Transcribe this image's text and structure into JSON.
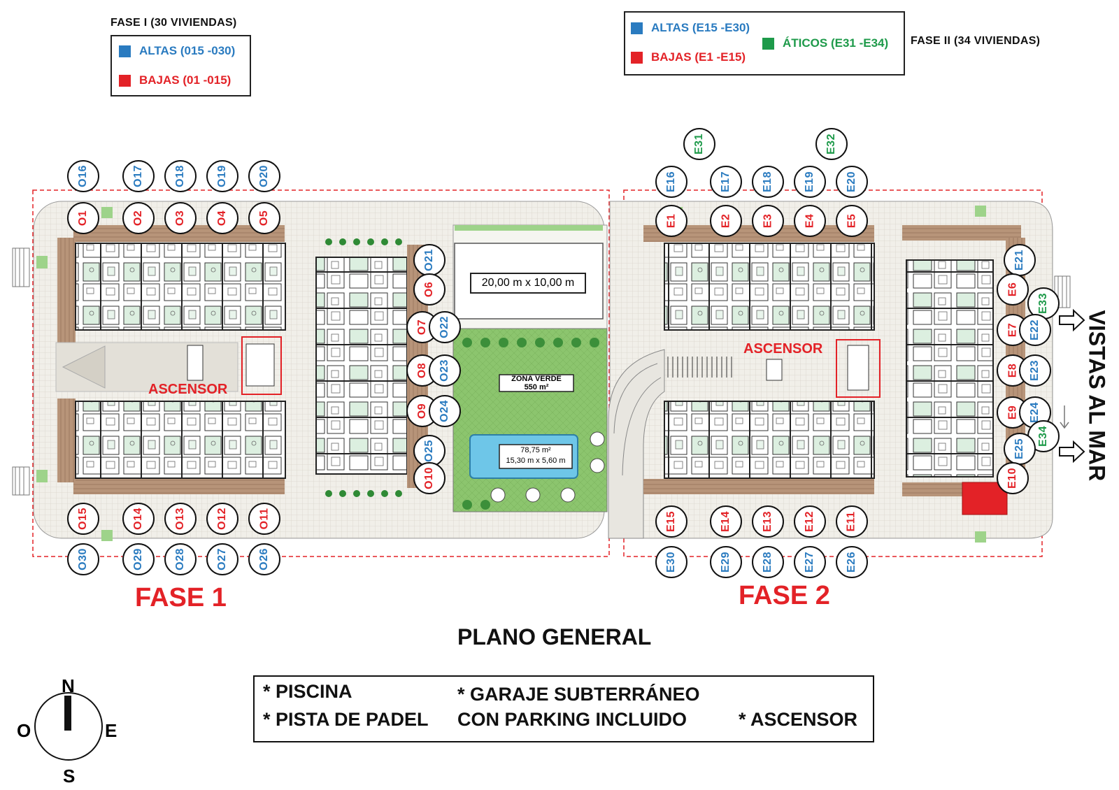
{
  "legend_phase1": {
    "title": "FASE I (30 VIVIENDAS)",
    "items": [
      {
        "label": "ALTAS (015 -030)",
        "color": "#2a7bc0"
      },
      {
        "label": "BAJAS (01 -015)",
        "color": "#e32227"
      }
    ]
  },
  "legend_phase2": {
    "title": "FASE II (34 VIVIENDAS)",
    "items": [
      {
        "label": "ALTAS (E15 -E30)",
        "color": "#2a7bc0"
      },
      {
        "label": "BAJAS (E1 -E15)",
        "color": "#e32227"
      },
      {
        "label": "ÁTICOS (E31 -E34)",
        "color": "#1e9a4a"
      }
    ]
  },
  "plan": {
    "pool_size": "20,00 m x 10,00 m",
    "zona_verde": "ZONA VERDE",
    "zona_verde_area": "550 m²",
    "piscina_area": "78,75 m²",
    "piscina_dims": "15,30 m x 5,60 m",
    "ascensor_1": "ASCENSOR",
    "ascensor_2": "ASCENSOR",
    "fase1": "FASE 1",
    "fase2": "FASE 2",
    "vistas": "VISTAS AL MAR"
  },
  "units": [
    {
      "label": "O16",
      "type": "altas"
    },
    {
      "label": "O17",
      "type": "altas"
    },
    {
      "label": "O18",
      "type": "altas"
    },
    {
      "label": "O19",
      "type": "altas"
    },
    {
      "label": "O20",
      "type": "altas"
    },
    {
      "label": "O1",
      "type": "bajas"
    },
    {
      "label": "O2",
      "type": "bajas"
    },
    {
      "label": "O3",
      "type": "bajas"
    },
    {
      "label": "O4",
      "type": "bajas"
    },
    {
      "label": "O5",
      "type": "bajas"
    },
    {
      "label": "O21",
      "type": "altas"
    },
    {
      "label": "O6",
      "type": "bajas"
    },
    {
      "label": "O7",
      "type": "bajas"
    },
    {
      "label": "O22",
      "type": "altas"
    },
    {
      "label": "O8",
      "type": "bajas"
    },
    {
      "label": "O23",
      "type": "altas"
    },
    {
      "label": "O9",
      "type": "bajas"
    },
    {
      "label": "O24",
      "type": "altas"
    },
    {
      "label": "O25",
      "type": "altas"
    },
    {
      "label": "O10",
      "type": "bajas"
    },
    {
      "label": "O15",
      "type": "bajas"
    },
    {
      "label": "O14",
      "type": "bajas"
    },
    {
      "label": "O13",
      "type": "bajas"
    },
    {
      "label": "O12",
      "type": "bajas"
    },
    {
      "label": "O11",
      "type": "bajas"
    },
    {
      "label": "O30",
      "type": "altas"
    },
    {
      "label": "O29",
      "type": "altas"
    },
    {
      "label": "O28",
      "type": "altas"
    },
    {
      "label": "O27",
      "type": "altas"
    },
    {
      "label": "O26",
      "type": "altas"
    },
    {
      "label": "E31",
      "type": "aticos"
    },
    {
      "label": "E32",
      "type": "aticos"
    },
    {
      "label": "E16",
      "type": "altas"
    },
    {
      "label": "E17",
      "type": "altas"
    },
    {
      "label": "E18",
      "type": "altas"
    },
    {
      "label": "E19",
      "type": "altas"
    },
    {
      "label": "E20",
      "type": "altas"
    },
    {
      "label": "E1",
      "type": "bajas"
    },
    {
      "label": "E2",
      "type": "bajas"
    },
    {
      "label": "E3",
      "type": "bajas"
    },
    {
      "label": "E4",
      "type": "bajas"
    },
    {
      "label": "E5",
      "type": "bajas"
    },
    {
      "label": "E21",
      "type": "altas"
    },
    {
      "label": "E6",
      "type": "bajas"
    },
    {
      "label": "E33",
      "type": "aticos"
    },
    {
      "label": "E7",
      "type": "bajas"
    },
    {
      "label": "E22",
      "type": "altas"
    },
    {
      "label": "E8",
      "type": "bajas"
    },
    {
      "label": "E23",
      "type": "altas"
    },
    {
      "label": "E9",
      "type": "bajas"
    },
    {
      "label": "E24",
      "type": "altas"
    },
    {
      "label": "E34",
      "type": "aticos"
    },
    {
      "label": "E25",
      "type": "altas"
    },
    {
      "label": "E10",
      "type": "bajas"
    },
    {
      "label": "E15",
      "type": "bajas"
    },
    {
      "label": "E14",
      "type": "bajas"
    },
    {
      "label": "E13",
      "type": "bajas"
    },
    {
      "label": "E12",
      "type": "bajas"
    },
    {
      "label": "E11",
      "type": "bajas"
    },
    {
      "label": "E30",
      "type": "altas"
    },
    {
      "label": "E29",
      "type": "altas"
    },
    {
      "label": "E28",
      "type": "altas"
    },
    {
      "label": "E27",
      "type": "altas"
    },
    {
      "label": "E26",
      "type": "altas"
    }
  ],
  "title": "PLANO GENERAL",
  "amenities": {
    "piscina": "* PISCINA",
    "padel": "* PISTA DE PADEL",
    "garaje": "* GARAJE SUBTERRÁNEO",
    "parking": "CON PARKING INCLUIDO",
    "ascensor": "* ASCENSOR"
  },
  "compass": {
    "n": "N",
    "s": "S",
    "e": "E",
    "o": "O"
  },
  "colors": {
    "altas": "#2a7bc0",
    "bajas": "#e32227",
    "aticos": "#1e9a4a",
    "deck": "#b58f72",
    "green": "#8cc56e",
    "pool": "#6ec6e8"
  }
}
